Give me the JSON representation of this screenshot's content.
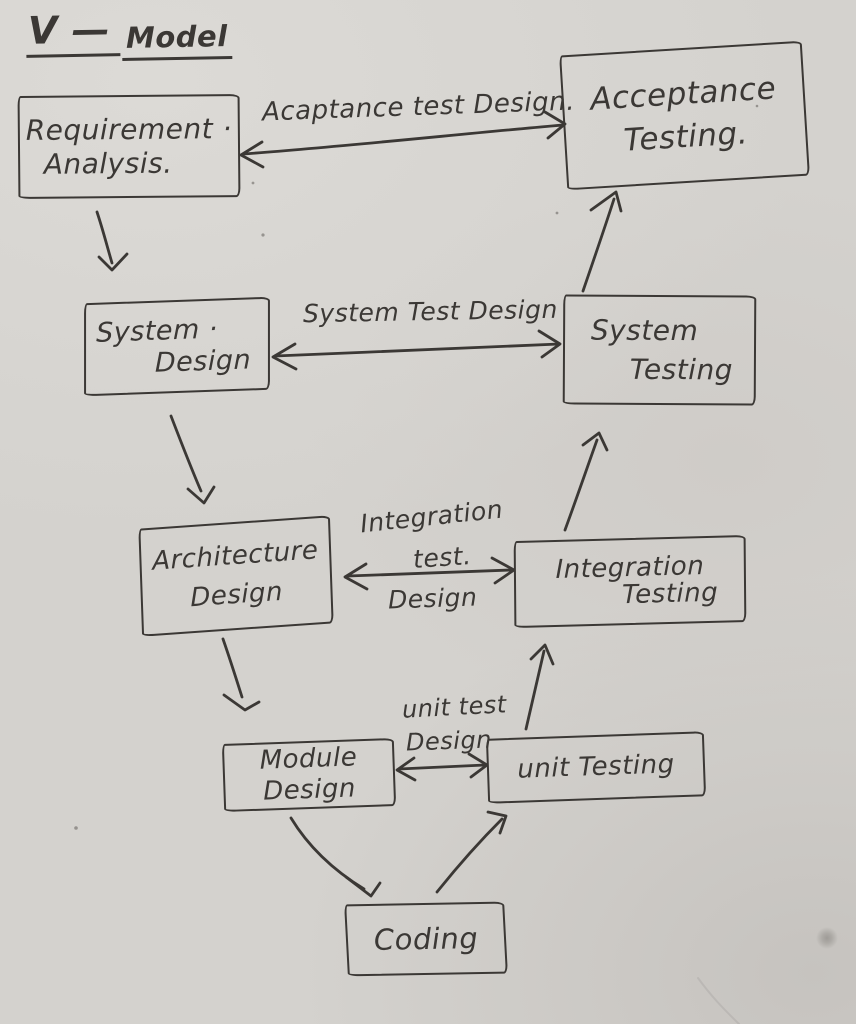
{
  "title": {
    "v": "V —",
    "model": "Model"
  },
  "colors": {
    "paper": "#d4d2ce",
    "ink": "#3b3835"
  },
  "nodes": {
    "requirement_analysis": {
      "line1": "Requirement ·",
      "line2": "Analysis."
    },
    "system_design": {
      "line1": "System ·",
      "line2": "Design"
    },
    "architecture_design": {
      "line1": "Architecture",
      "line2": "Design"
    },
    "module_design": {
      "line1": "Module",
      "line2": "Design"
    },
    "coding": {
      "line1": "Coding"
    },
    "unit_testing": {
      "line1": "unit Testing"
    },
    "integration_testing": {
      "line1": "Integration",
      "line2": "Testing"
    },
    "system_testing": {
      "line1": "System",
      "line2": "Testing"
    },
    "acceptance_testing": {
      "line1": "Acceptance",
      "line2": "Testing."
    }
  },
  "edge_labels": {
    "acceptance_test_design": "Acaptance test Design.",
    "system_test_design": "System Test Design",
    "integration_l1": "Integration",
    "integration_l2": "test.",
    "integration_l3": "Design",
    "unit_l1": "unit test",
    "unit_l2": "Design"
  },
  "edges": [
    {
      "from": "requirement_analysis",
      "to": "system_design",
      "type": "single-arrow-down"
    },
    {
      "from": "system_design",
      "to": "architecture_design",
      "type": "single-arrow-down"
    },
    {
      "from": "architecture_design",
      "to": "module_design",
      "type": "single-arrow-down"
    },
    {
      "from": "module_design",
      "to": "coding",
      "type": "single-arrow-down"
    },
    {
      "from": "coding",
      "to": "unit_testing",
      "type": "single-arrow-up"
    },
    {
      "from": "unit_testing",
      "to": "integration_testing",
      "type": "single-arrow-up"
    },
    {
      "from": "integration_testing",
      "to": "system_testing",
      "type": "single-arrow-up"
    },
    {
      "from": "system_testing",
      "to": "acceptance_testing",
      "type": "single-arrow-up"
    },
    {
      "from": "requirement_analysis",
      "to": "acceptance_testing",
      "type": "double-arrow",
      "label": "Acaptance test Design."
    },
    {
      "from": "system_design",
      "to": "system_testing",
      "type": "double-arrow",
      "label": "System Test Design"
    },
    {
      "from": "architecture_design",
      "to": "integration_testing",
      "type": "double-arrow",
      "label": "Integration test. Design"
    },
    {
      "from": "module_design",
      "to": "unit_testing",
      "type": "double-arrow",
      "label": "unit test Design"
    }
  ]
}
